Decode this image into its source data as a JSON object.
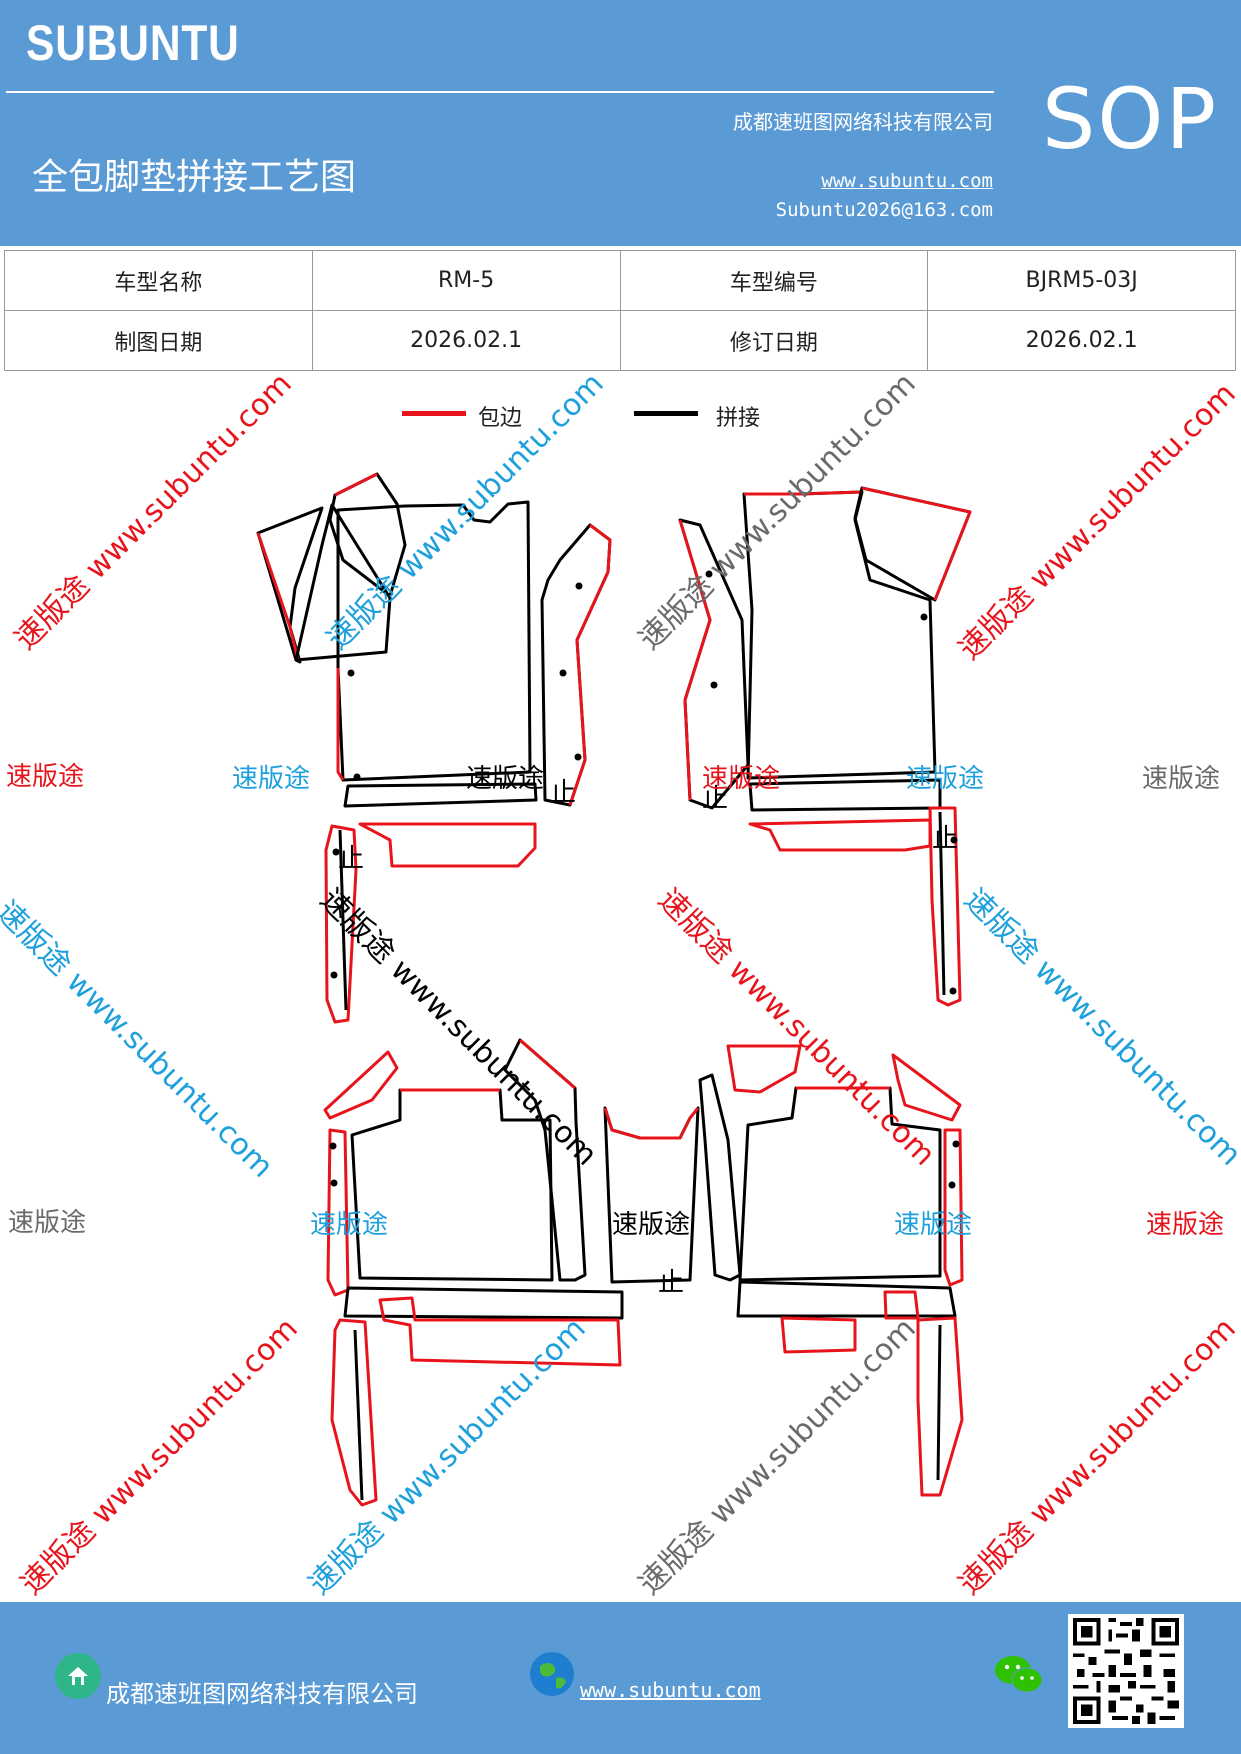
{
  "header": {
    "brand": "SUBUNTU",
    "doc_type": "SOP",
    "company": "成都速班图网络科技有限公司",
    "website": "www.subuntu.com",
    "email": "Subuntu2026@163.com",
    "title": "全包脚垫拼接工艺图"
  },
  "info_table": {
    "model_name_label": "车型名称",
    "model_name": "RM-5",
    "model_code_label": "车型编号",
    "model_code": "BJRM5-03J",
    "draw_date_label": "制图日期",
    "draw_date": "2026.02.1",
    "revise_date_label": "修订日期",
    "revise_date": "2026.02.1"
  },
  "legend": {
    "edge_label": "包边",
    "edge_color": "#e8141c",
    "splice_label": "拼接",
    "splice_color": "#000000"
  },
  "watermarks": {
    "short": "速版途",
    "long": "速版途 www.subuntu.com",
    "stop_mark": "止",
    "colors": {
      "red": "#e8141c",
      "blue": "#1ea0dc",
      "gray": "#6a6a6a"
    }
  },
  "footer": {
    "company": "成都速班图网络科技有限公司",
    "website": "www.subuntu.com",
    "icons": [
      "home-icon",
      "globe-icon",
      "wechat-icon",
      "qr-code"
    ]
  }
}
